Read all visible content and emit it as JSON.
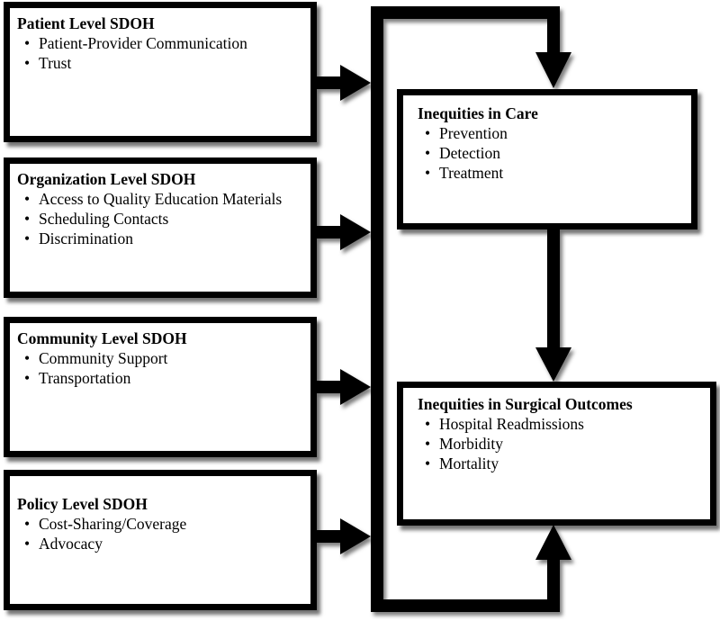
{
  "boxes": {
    "patient": {
      "title": "Patient Level SDOH",
      "items": [
        "Patient-Provider Communication",
        "Trust"
      ]
    },
    "org": {
      "title": "Organization Level SDOH",
      "items": [
        "Access to Quality Education Materials",
        "Scheduling Contacts",
        "Discrimination"
      ]
    },
    "community": {
      "title": "Community Level SDOH",
      "items": [
        "Community Support",
        "Transportation"
      ]
    },
    "policy": {
      "title": "Policy Level SDOH",
      "items": [
        "Cost-Sharing/Coverage",
        "Advocacy"
      ]
    },
    "care": {
      "title": "Inequities in Care",
      "items": [
        "Prevention",
        "Detection",
        "Treatment"
      ]
    },
    "outcomes": {
      "title": "Inequities in Surgical Outcomes",
      "items": [
        "Hospital Readmissions",
        "Morbidity",
        "Mortality"
      ]
    }
  },
  "colors": {
    "line": "#000000",
    "box_fill": "#ffffff"
  }
}
